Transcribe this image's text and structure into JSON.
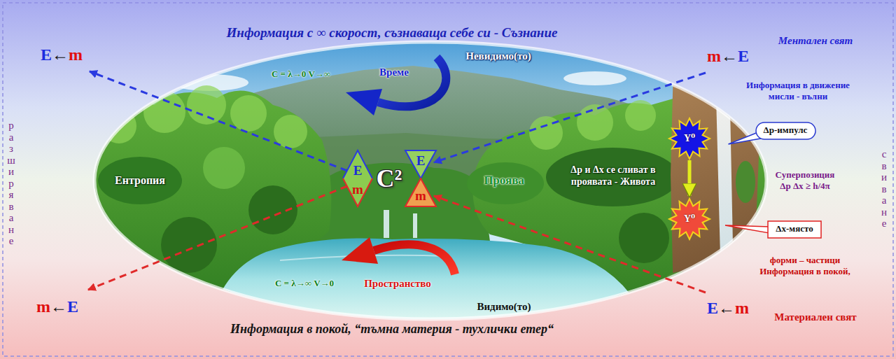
{
  "diagram": {
    "title": "Информация с ∞ скорост, съзнаваща себе си - Съзнание",
    "caption": "Информация в покой, “тъмна материя - тухлички етер“",
    "nodes": [
      {
        "text": [
          "E",
          "m"
        ]
      },
      {
        "text": [
          "E",
          "m"
        ]
      },
      {
        "text": [
          "Y⁰"
        ]
      },
      {
        "text": [
          "Δp-импулс"
        ]
      },
      {
        "text": [
          "Y⁰"
        ]
      },
      {
        "text": [
          "Δx-място"
        ]
      }
    ],
    "edges": [
      {
        "from": 2,
        "to": 4,
        "arrow": "to"
      }
    ],
    "labels": [
      "Невидимо(то)",
      "Ментален свят",
      "E←m",
      "m←E",
      "C = λ→0 V→∞",
      "Време",
      "Информация в движение мисли - вълни",
      "разширяване",
      "Ентропия",
      "C²",
      "Проява",
      "Δp и Δx се сливат в проявата - Живота",
      "Суперпозиция Δp Δx ≥ h/4π",
      "свиване",
      "форми – частици Информация в покой,",
      "C = λ→∞ V→0",
      "Пространство",
      "Видимо(то)",
      "m←E",
      "E←m",
      "Материален свят"
    ]
  }
}
